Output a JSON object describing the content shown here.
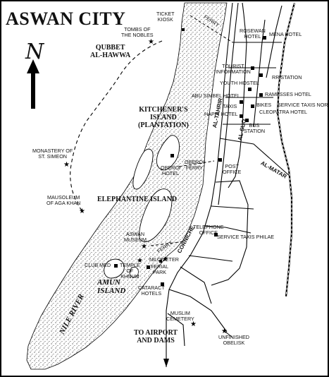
{
  "title": "ASWAN CITY",
  "compass": {
    "letter": "N",
    "icon": "north-arrow-icon"
  },
  "labels": {
    "ticket_kiosk": "TICKET\nKIOSK",
    "tombs_nobles": "TOMBS OF\nTHE NOBLES",
    "qubbet": "QUBBET\nAL-HAWWA",
    "ferry_top": "FERRY",
    "rosewan_hotel": "ROSEWAN\nHOTEL",
    "mena_hotel": "MENA HOTEL",
    "tourist_info": "TOURIST\nINFORMATION",
    "youth_hostel": "YOUTH HOSTEL",
    "rr_station": "RR STATION",
    "abu_simbel": "ABU SIMBEL HOTEL",
    "ramesses": "RAMESSES HOTEL",
    "taxis": "TAXIS",
    "bikes": "BIKES",
    "service_taxis_north": "SERVICE TAXIS NORTH",
    "happi_hotel": "HAPPI HOTEL",
    "cleopatra": "CLEOPATRA HOTEL",
    "bus_station": "BUS\nSTATION",
    "kitchener": "KITCHENER'S\nISLAND\n(PLANTATION)",
    "monastery": "MONASTERY OF\nST. SIMEON",
    "al_tahrir": "AL-TAHRIR",
    "al_suq": "AL-SUQ",
    "oberoi_hotel": "OBEROI\nHOTEL",
    "oberoi_ferry": "OBEROI\nFERRY",
    "post_office": "POST\nOFFICE",
    "al_matar": "AL-MATAR",
    "mausoleum": "MAUSOLEUM\nOF AGA KHAN",
    "elephantine": "ELEPHANTINE ISLAND",
    "telephone": "TELEPHONE\nOFFICE",
    "service_taxis_philae": "SERVICE TAXIS PHILAE",
    "aswan_museum": "ASWAN\nMUSEUM",
    "ferry_mid": "FERRY",
    "corniche": "CORNICHE",
    "club_med": "CLUB MED",
    "temple_khnum": "TEMPLE\nOF\nKHNUM",
    "nilometer": "NILOMETER",
    "ferial_park": "FERIAL\nPARK",
    "amun_island": "AMUN\nISLAND",
    "cataract_hotels": "CATARACT\nHOTELS",
    "muslim_cemetery": "MUSLIM\nCEMETERY",
    "unfinished_obelisk": "UNFINISHED\nOBELISK",
    "nile_river": "NILE RIVER",
    "to_airport": "TO AIRPORT\nAND DAMS"
  }
}
